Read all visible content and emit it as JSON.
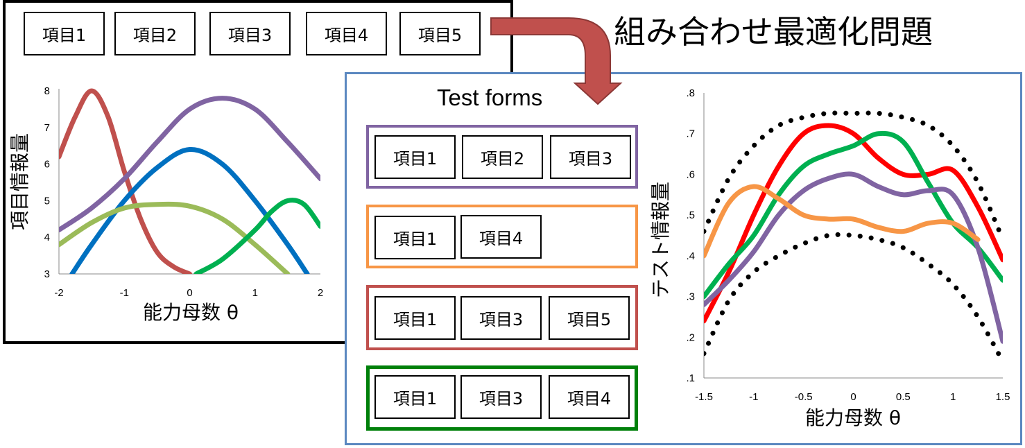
{
  "title": "組み合わせ最適化問題",
  "item_bank": [
    "項目1",
    "項目2",
    "項目3",
    "項目4",
    "項目5"
  ],
  "forms_title": "Test forms",
  "test_forms": [
    {
      "items": [
        "項目1",
        "項目2",
        "項目3"
      ],
      "color": "#8064a2"
    },
    {
      "items": [
        "項目1",
        "項目4"
      ],
      "color": "#f79646"
    },
    {
      "items": [
        "項目1",
        "項目3",
        "項目5"
      ],
      "color": "#c0504d"
    },
    {
      "items": [
        "項目1",
        "項目3",
        "項目4"
      ],
      "color": "#00800a"
    }
  ],
  "colors": {
    "arrow": "#c0504d",
    "right_panel_border": "#5b88c0"
  },
  "chart_data": [
    {
      "type": "line",
      "xlabel": "能力母数 θ",
      "ylabel": "項目情報量",
      "xlim": [
        -2,
        2
      ],
      "ylim": [
        3,
        8
      ],
      "x_ticks": [
        "-2",
        "-1",
        "0",
        "1",
        "2"
      ],
      "y_ticks": [
        "3",
        "4",
        "5",
        "6",
        "7",
        "8"
      ],
      "series": [
        {
          "color": "#c0504d",
          "x": [
            -2,
            -1.75,
            -1.5,
            -1.25,
            -1,
            -0.75,
            -0.5,
            -0.25,
            0
          ],
          "y": [
            6.2,
            7.3,
            8.0,
            7.3,
            5.8,
            4.5,
            3.6,
            3.2,
            3.0
          ]
        },
        {
          "color": "#8064a2",
          "x": [
            -2,
            -1.5,
            -1,
            -0.5,
            0,
            0.5,
            1,
            1.5,
            2
          ],
          "y": [
            4.2,
            4.8,
            5.6,
            6.6,
            7.5,
            7.8,
            7.5,
            6.6,
            5.6
          ]
        },
        {
          "color": "#0070c0",
          "x": [
            -1.8,
            -1.5,
            -1,
            -0.5,
            0,
            0.5,
            1,
            1.5,
            1.8
          ],
          "y": [
            3.0,
            3.8,
            5.0,
            5.9,
            6.4,
            6.0,
            5.0,
            3.8,
            3.0
          ]
        },
        {
          "color": "#9bbb59",
          "x": [
            -2,
            -1.5,
            -1,
            -0.5,
            0,
            0.5,
            1,
            1.5
          ],
          "y": [
            3.8,
            4.4,
            4.8,
            4.9,
            4.85,
            4.5,
            3.8,
            3.0
          ]
        },
        {
          "color": "#00b050",
          "x": [
            0.1,
            0.5,
            1,
            1.25,
            1.5,
            1.75,
            2
          ],
          "y": [
            3.0,
            3.4,
            4.2,
            4.7,
            5.0,
            4.9,
            4.3
          ]
        }
      ]
    },
    {
      "type": "line",
      "xlabel": "能力母数 θ",
      "ylabel": "テスト情報量",
      "xlim": [
        -1.5,
        1.5
      ],
      "ylim": [
        0.1,
        0.8
      ],
      "x_ticks": [
        "-1.5",
        "-1",
        "-0.5",
        "0",
        "0.5",
        "1",
        "1.5"
      ],
      "y_ticks": [
        ".1",
        ".2",
        ".3",
        ".4",
        ".5",
        ".6",
        ".7",
        ".8"
      ],
      "series": [
        {
          "color": "#000000",
          "style": "dotted",
          "x": [
            -1.5,
            -1.25,
            -1,
            -0.75,
            -0.5,
            -0.25,
            0,
            0.25,
            0.5,
            0.75,
            1,
            1.25,
            1.5
          ],
          "y": [
            0.46,
            0.59,
            0.67,
            0.72,
            0.74,
            0.75,
            0.75,
            0.75,
            0.74,
            0.72,
            0.67,
            0.58,
            0.44
          ]
        },
        {
          "color": "#000000",
          "style": "dotted",
          "x": [
            -1.5,
            -1.25,
            -1,
            -0.75,
            -0.5,
            -0.25,
            0,
            0.25,
            0.5,
            0.75,
            1,
            1.25,
            1.5
          ],
          "y": [
            0.16,
            0.29,
            0.36,
            0.4,
            0.43,
            0.45,
            0.45,
            0.44,
            0.42,
            0.38,
            0.33,
            0.25,
            0.14
          ]
        },
        {
          "color": "#ff0000",
          "x": [
            -1.5,
            -1.25,
            -1,
            -0.75,
            -0.5,
            -0.25,
            0,
            0.25,
            0.5,
            0.75,
            1,
            1.25,
            1.5
          ],
          "y": [
            0.24,
            0.36,
            0.5,
            0.62,
            0.7,
            0.72,
            0.7,
            0.64,
            0.6,
            0.6,
            0.61,
            0.52,
            0.39
          ]
        },
        {
          "color": "#00b050",
          "x": [
            -1.5,
            -1.25,
            -1,
            -0.75,
            -0.5,
            -0.25,
            0,
            0.25,
            0.5,
            0.75,
            1,
            1.25,
            1.5
          ],
          "y": [
            0.3,
            0.38,
            0.45,
            0.55,
            0.62,
            0.65,
            0.67,
            0.7,
            0.68,
            0.58,
            0.48,
            0.42,
            0.34
          ]
        },
        {
          "color": "#8064a2",
          "x": [
            -1.5,
            -1.25,
            -1,
            -0.75,
            -0.5,
            -0.25,
            0,
            0.25,
            0.5,
            0.75,
            1,
            1.25,
            1.5
          ],
          "y": [
            0.28,
            0.34,
            0.41,
            0.5,
            0.56,
            0.59,
            0.6,
            0.57,
            0.55,
            0.56,
            0.55,
            0.42,
            0.19
          ]
        },
        {
          "color": "#f79646",
          "x": [
            -1.5,
            -1.25,
            -1,
            -0.75,
            -0.5,
            -0.25,
            0,
            0.25,
            0.5,
            0.75,
            1,
            1.25
          ],
          "y": [
            0.4,
            0.53,
            0.57,
            0.54,
            0.5,
            0.49,
            0.49,
            0.47,
            0.46,
            0.48,
            0.48,
            0.44
          ]
        }
      ]
    }
  ]
}
